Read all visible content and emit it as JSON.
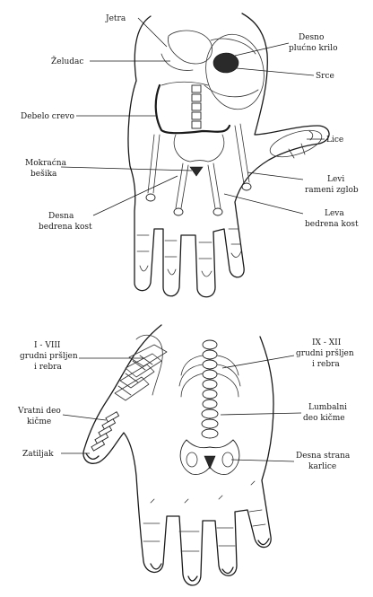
{
  "top_hand": {
    "labels": {
      "jetra": "Jetra",
      "zeludac": "Želudac",
      "debelo_crevo": "Debelo crevo",
      "mokracna_besika": [
        "Mokraćna",
        "bešika"
      ],
      "desna_bedrena_kost": [
        "Desna",
        "bedrena kost"
      ],
      "desno_plucno_krilo": [
        "Desno",
        "plućno krilo"
      ],
      "srce": "Srce",
      "lice": "Lice",
      "levi_rameni_zglob": [
        "Levi",
        "rameni zglob"
      ],
      "leva_bedrena_kost": [
        "Leva",
        "bedrena kost"
      ]
    }
  },
  "bottom_hand": {
    "labels": {
      "rebra_1_8": [
        "I - VIII",
        "grudni pršljen",
        "i rebra"
      ],
      "vratni_deo_kicme": [
        "Vratni deo",
        "kičme"
      ],
      "zatiljak": "Zatiljak",
      "rebra_9_12": [
        "IX - XII",
        "grudni pršljen",
        "i rebra"
      ],
      "lumbalni_deo_kicme": [
        "Lumbalni",
        "deo kičme"
      ],
      "desna_strana_karlice": [
        "Desna strana",
        "karlice"
      ]
    }
  }
}
